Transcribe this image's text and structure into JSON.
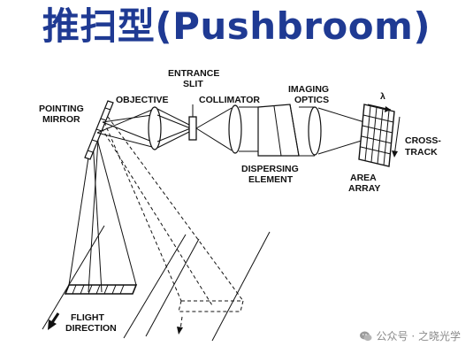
{
  "title": "推扫型(Pushbroom)",
  "labels": {
    "entrance_slit_1": "ENTRANCE",
    "entrance_slit_2": "SLIT",
    "objective": "OBJECTIVE",
    "collimator": "COLLIMATOR",
    "imaging_optics_1": "IMAGING",
    "imaging_optics_2": "OPTICS",
    "lambda": "λ",
    "pointing_mirror_1": "POINTING",
    "pointing_mirror_2": "MIRROR",
    "cross_track_1": "CROSS-",
    "cross_track_2": "TRACK",
    "dispersing_1": "DISPERSING",
    "dispersing_2": "ELEMENT",
    "area_array_1": "AREA",
    "area_array_2": "ARRAY",
    "flight_1": "FLIGHT",
    "flight_2": "DIRECTION"
  },
  "watermark": "公众号 · 之晓光学",
  "colors": {
    "title": "#1f3a93",
    "watermark": "#8a8a8a"
  },
  "icons": [
    "wechat-icon"
  ]
}
